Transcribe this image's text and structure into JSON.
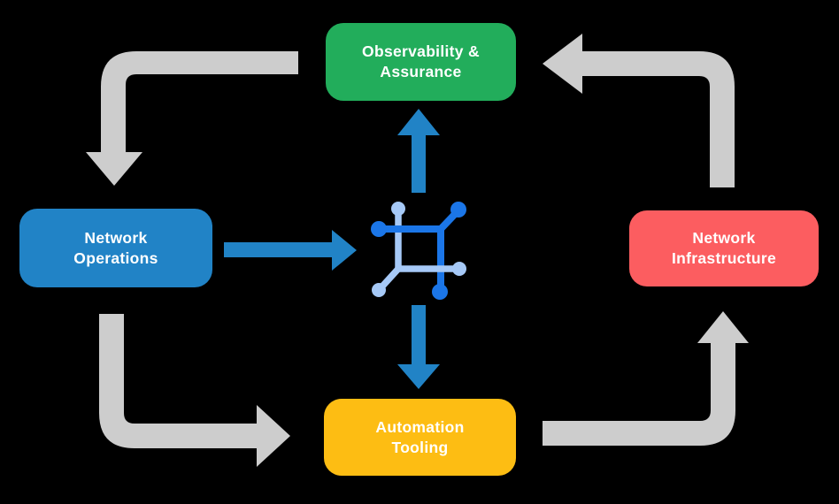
{
  "colors": {
    "background": "#000000",
    "text": "#ffffff",
    "flow_arrow": "#cdcdcd",
    "data_arrow": "#2183c6",
    "box_green": "#22ad5b",
    "box_blue": "#2183c6",
    "box_red": "#fc5d60",
    "box_yellow": "#fdbd13",
    "icon_dark": "#1b76e8",
    "icon_light": "#a6c9f7"
  },
  "boxes": [
    {
      "id": "observability-assurance",
      "lines": [
        "Observability &",
        "Assurance"
      ]
    },
    {
      "id": "network-operations",
      "lines": [
        "Network",
        "Operations"
      ]
    },
    {
      "id": "network-infrastructure",
      "lines": [
        "Network",
        "Infrastructure"
      ]
    },
    {
      "id": "automation-tooling",
      "lines": [
        "Automation",
        "Tooling"
      ]
    }
  ],
  "center_icon": {
    "name": "network-core-icon"
  },
  "flows": [
    {
      "from": "observability-assurance",
      "to": "network-operations",
      "style": "gray-elbow"
    },
    {
      "from": "network-operations",
      "to": "automation-tooling",
      "style": "gray-elbow"
    },
    {
      "from": "automation-tooling",
      "to": "network-infrastructure",
      "style": "gray-elbow"
    },
    {
      "from": "network-infrastructure",
      "to": "observability-assurance",
      "style": "gray-elbow"
    },
    {
      "from": "network-operations",
      "to": "network-core",
      "style": "blue-straight"
    },
    {
      "from": "network-core",
      "to": "observability-assurance",
      "style": "blue-straight"
    },
    {
      "from": "network-core",
      "to": "automation-tooling",
      "style": "blue-straight"
    }
  ]
}
